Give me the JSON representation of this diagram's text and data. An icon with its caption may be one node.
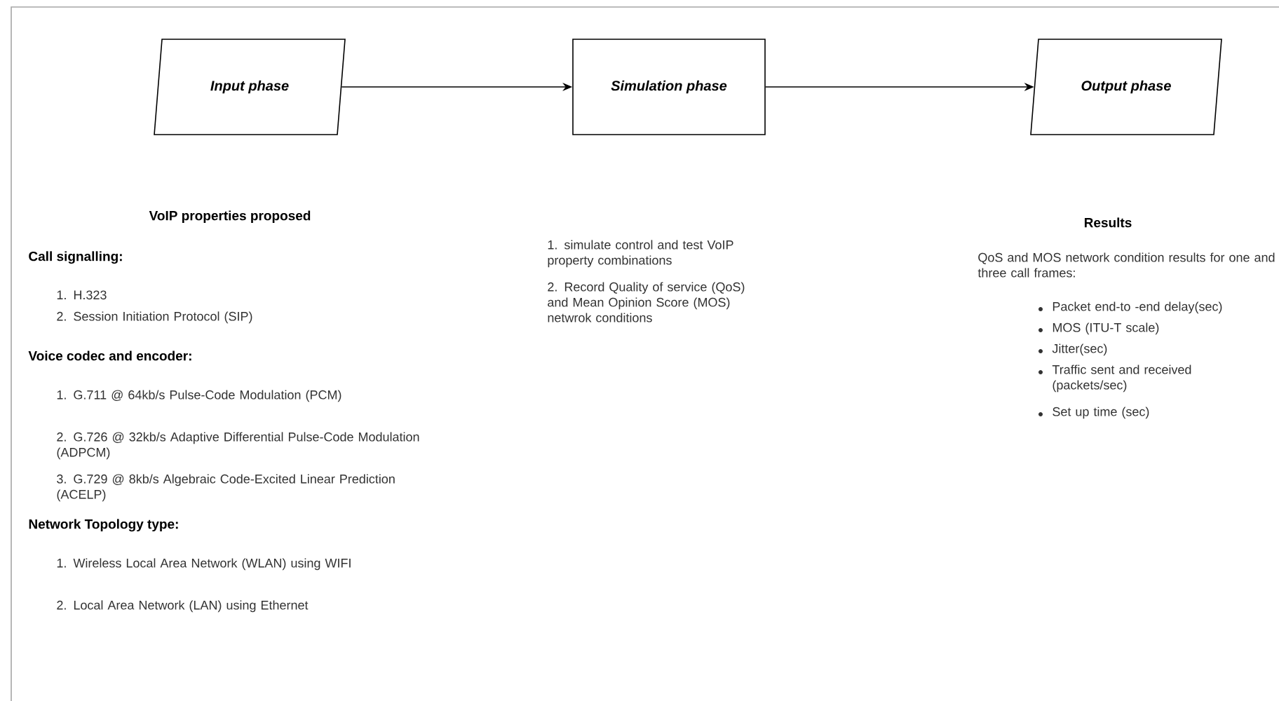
{
  "diagram": {
    "nodes": [
      {
        "text": [
          "Input phase"
        ]
      },
      {
        "text": [
          "Simulation phase"
        ]
      },
      {
        "text": [
          "Output phase"
        ]
      }
    ],
    "edges": [
      {
        "from": 0,
        "to": 1,
        "arrow": "to"
      },
      {
        "from": 1,
        "to": 2,
        "arrow": "to"
      }
    ],
    "labels": [
      "VoIP properties proposed",
      "Call signalling:",
      "1. H.323",
      "2. Session Initiation Protocol (SIP)",
      "Voice codec and encoder:",
      "1. G.711 @ 64kb/s Pulse-Code Modulation (PCM)",
      "2. G.726 @ 32kb/s Adaptive Differential Pulse-Code Modulation (ADPCM)",
      "3. G.729 @ 8kb/s Algebraic Code-Excited Linear Prediction (ACELP)",
      "Network Topology type:",
      "1. Wireless Local Area Network (WLAN) using WIFI",
      "2. Local Area Network (LAN) using Ethernet",
      "1. simulate control and test VoIP property combinations",
      "2. Record Quality of service (QoS) and Mean Opinion Score (MOS) netwrok conditions",
      "Results",
      "QoS and MOS network condition results for one and three call frames:",
      "Packet end-to -end delay(sec)",
      "MOS (ITU-T scale)",
      "Jitter(sec)",
      "Traffic sent and received (packets/sec)",
      "Set up time (sec)"
    ]
  }
}
